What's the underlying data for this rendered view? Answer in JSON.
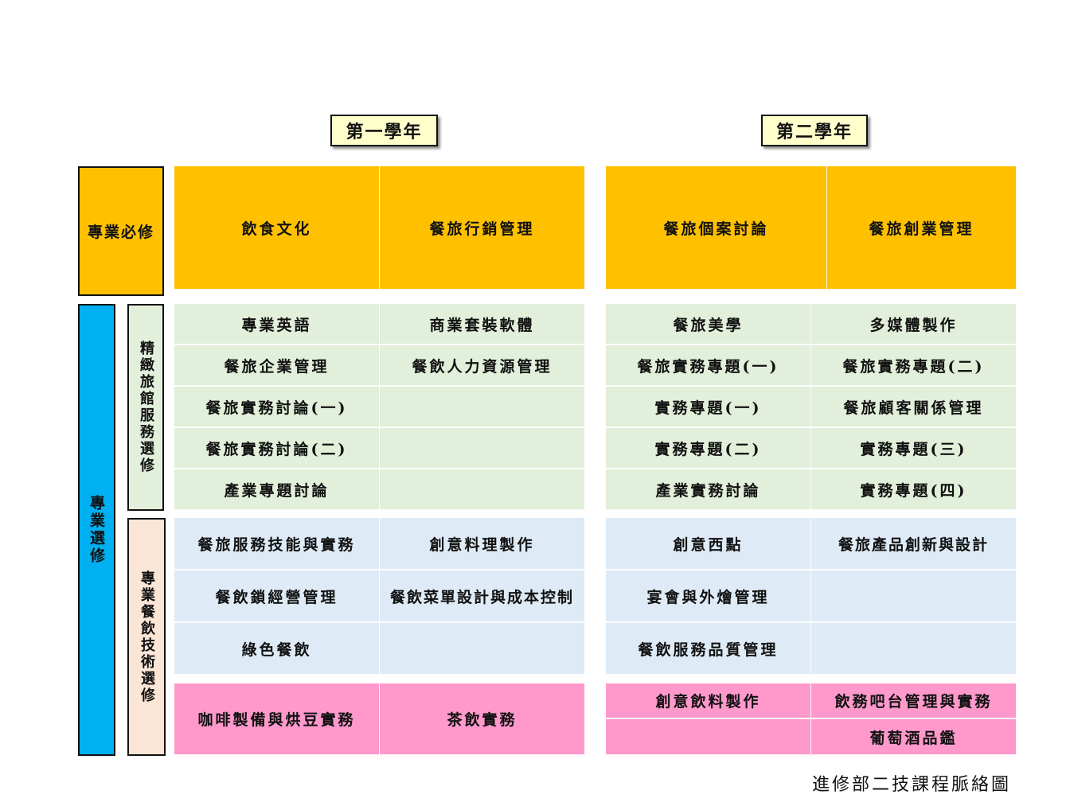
{
  "years": [
    "第一學年",
    "第二學年"
  ],
  "categories": {
    "required": "專業必修",
    "elective": "專業選修",
    "hotel_track": "精緻旅館服務選修",
    "food_track": "專業餐飲技術選修"
  },
  "required_courses": {
    "y1": [
      "飲食文化",
      "餐旅行銷管理"
    ],
    "y2": [
      "餐旅個案討論",
      "餐旅創業管理"
    ]
  },
  "hotel_courses": {
    "y1": [
      "專業英語",
      "商業套裝軟體",
      "餐旅企業管理",
      "餐飲人力資源管理",
      "餐旅實務討論(一)",
      "",
      "餐旅實務討論(二)",
      "",
      "產業專題討論",
      ""
    ],
    "y2": [
      "餐旅美學",
      "多媒體製作",
      "餐旅實務專題(一)",
      "餐旅實務專題(二)",
      "實務專題(一)",
      "餐旅顧客關係管理",
      "實務專題(二)",
      "實務專題(三)",
      "產業實務討論",
      "實務專題(四)"
    ]
  },
  "food_courses": {
    "y1": [
      "餐旅服務技能與實務",
      "創意料理製作",
      "餐飲鎖經營管理",
      "餐飲菜單設計與成本控制",
      "綠色餐飲",
      ""
    ],
    "y2": [
      "創意西點",
      "餐旅產品創新與設計",
      "宴會與外燴管理",
      "",
      "餐飲服務品質管理",
      ""
    ]
  },
  "beverage_courses": {
    "y1": [
      "咖啡製備與烘豆實務",
      "茶飲實務"
    ],
    "y2": [
      "創意飲料製作",
      "飲務吧台管理與實務",
      "",
      "葡萄酒品鑑"
    ]
  },
  "footer": "進修部二技課程脈絡圖",
  "colors": {
    "required": "#ffc000",
    "hotel": "#e2efda",
    "food": "#deebf7",
    "beverage": "#ff99cc",
    "elective_bar": "#00b0f0",
    "hotel_label": "#e2efda",
    "food_label": "#fbe5d6",
    "year_label": "#ffffcc"
  }
}
